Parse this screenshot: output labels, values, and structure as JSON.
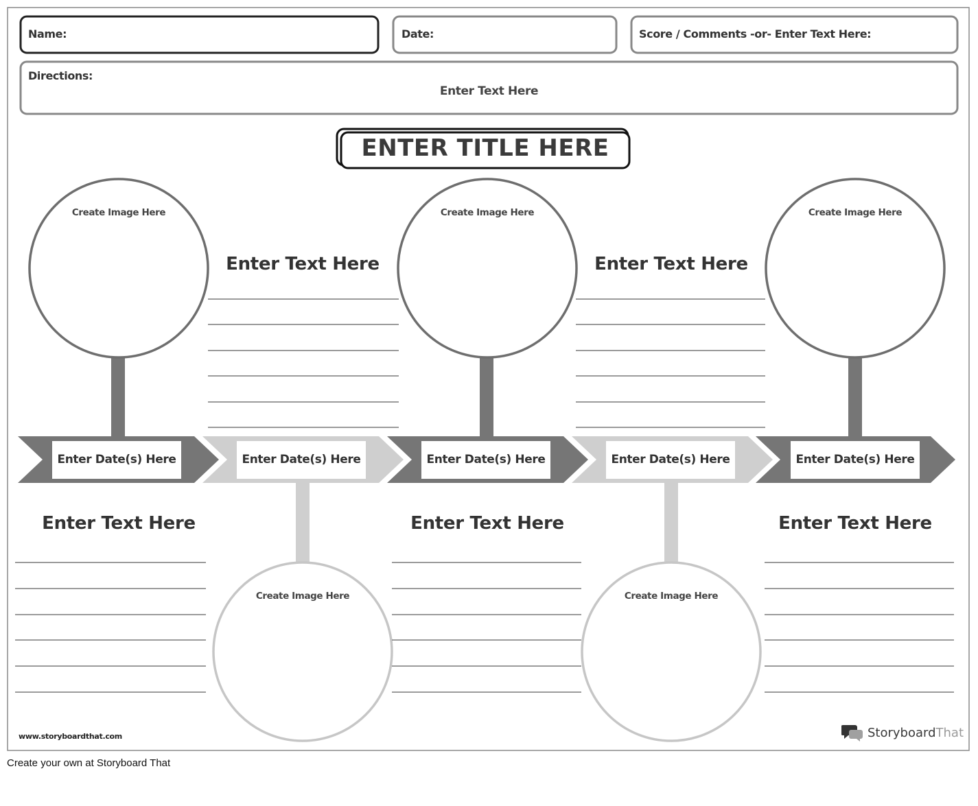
{
  "header": {
    "name_label": "Name:",
    "date_label": "Date:",
    "score_label": "Score / Comments -or- Enter Text Here:"
  },
  "directions": {
    "label": "Directions:",
    "text": "Enter Text Here"
  },
  "title": "ENTER TITLE HERE",
  "image_placeholders": [
    "Create Image Here",
    "Create Image Here",
    "Create Image Here",
    "Create Image Here",
    "Create Image Here"
  ],
  "text_blocks": [
    "Enter Text Here",
    "Enter Text Here",
    "Enter Text Here",
    "Enter Text Here",
    "Enter Text Here"
  ],
  "dates": [
    "Enter Date(s) Here",
    "Enter Date(s) Here",
    "Enter Date(s) Here",
    "Enter Date(s) Here",
    "Enter Date(s) Here"
  ],
  "colors": {
    "dark_gray": "#767676",
    "light_gray": "#cfcfcf",
    "line": "#7a7a7a"
  },
  "watermark_url": "www.storyboardthat.com",
  "brand": {
    "name_part1": "Storyboard",
    "name_part2": "That"
  },
  "footer": "Create your own at Storyboard That"
}
